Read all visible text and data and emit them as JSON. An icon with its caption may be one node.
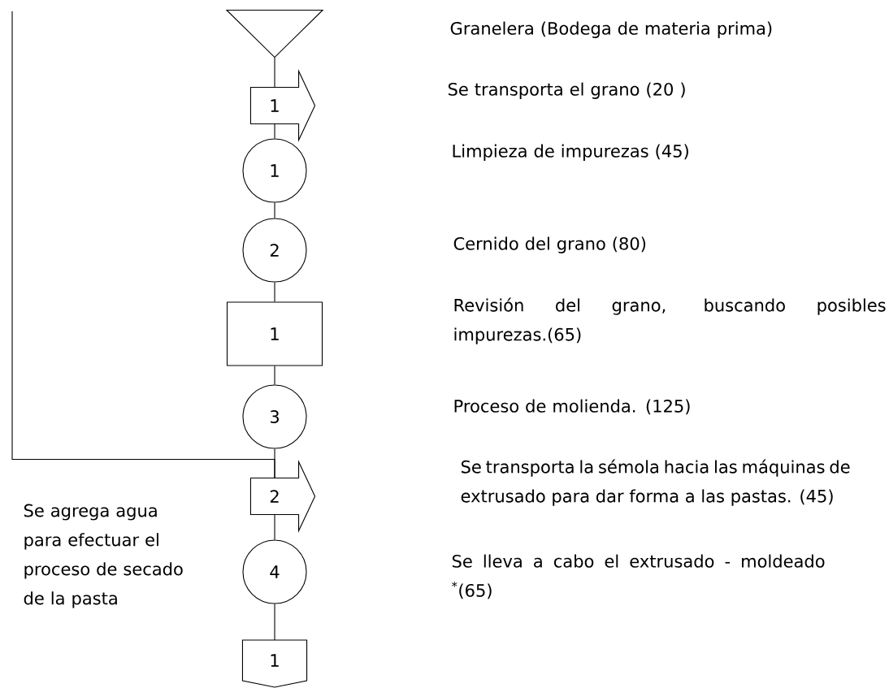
{
  "diagram": {
    "nodes": [
      {
        "text": [],
        "shape": "triangle"
      },
      {
        "text": [
          "1"
        ]
      },
      {
        "text": [
          "1"
        ]
      },
      {
        "text": [
          "2"
        ]
      },
      {
        "text": [
          "1"
        ]
      },
      {
        "text": [
          "3"
        ]
      },
      {
        "text": [
          "2"
        ]
      },
      {
        "text": [
          "4"
        ]
      },
      {
        "text": [
          "1"
        ]
      }
    ],
    "edges": [
      {
        "from": 0,
        "to": 1,
        "arrow": "none"
      },
      {
        "from": 1,
        "to": 2,
        "arrow": "none"
      },
      {
        "from": 2,
        "to": 3,
        "arrow": "none"
      },
      {
        "from": 3,
        "to": 4,
        "arrow": "none"
      },
      {
        "from": 4,
        "to": 5,
        "arrow": "none"
      },
      {
        "from": 5,
        "to": 6,
        "arrow": "none"
      },
      {
        "from": 6,
        "to": 7,
        "arrow": "none"
      },
      {
        "from": 7,
        "to": 8,
        "arrow": "none"
      },
      {
        "from": null,
        "to": 6,
        "arrow": "none"
      }
    ],
    "labels": [
      "Granelera (Bodega de materia prima)",
      "Se transporta el grano (20 )",
      "Limpieza de impurezas (45)",
      "Cernido del grano (80)",
      "Revisión del grano, buscando posibles impurezas.(65)",
      "Proceso de molienda. (125)",
      "Se transporta la sémola hacia las máquinas de extrusado para dar forma a las pastas. (45)",
      "Se agrega agua para efectuar el proceso de secado de la pasta",
      "Se lleva a cabo el extrusado - moldeado $^{*}$(65)"
    ]
  }
}
